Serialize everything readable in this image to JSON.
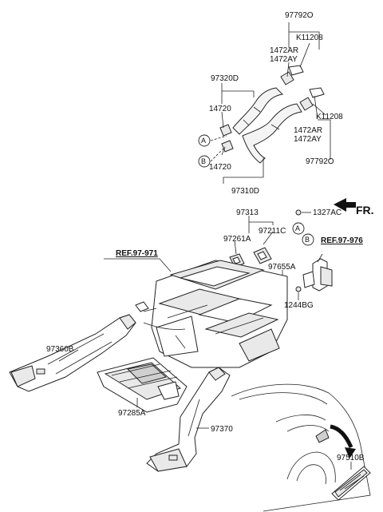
{
  "front_marker": "FR.",
  "references": {
    "ref_971": "REF.97-971",
    "ref_976": "REF.97-976"
  },
  "callouts": {
    "a": "A",
    "b": "B"
  },
  "parts": {
    "p97792O_top": "97792O",
    "k11208_top": "K11208",
    "p1472AR_top": "1472AR",
    "p1472AY_top": "1472AY",
    "p97320D": "97320D",
    "p14720_top": "14720",
    "p14720_bot": "14720",
    "k11208_mid": "K11208",
    "p1472AR_mid": "1472AR",
    "p1472AY_mid": "1472AY",
    "p97792O_mid": "97792O",
    "p97310D": "97310D",
    "p1327AC": "1327AC",
    "p97313": "97313",
    "p97211C": "97211C",
    "p97261A": "97261A",
    "p97655A": "97655A",
    "p1244BG": "1244BG",
    "p97360B": "97360B",
    "p97285A": "97285A",
    "p97370": "97370",
    "p97510B": "97510B"
  }
}
